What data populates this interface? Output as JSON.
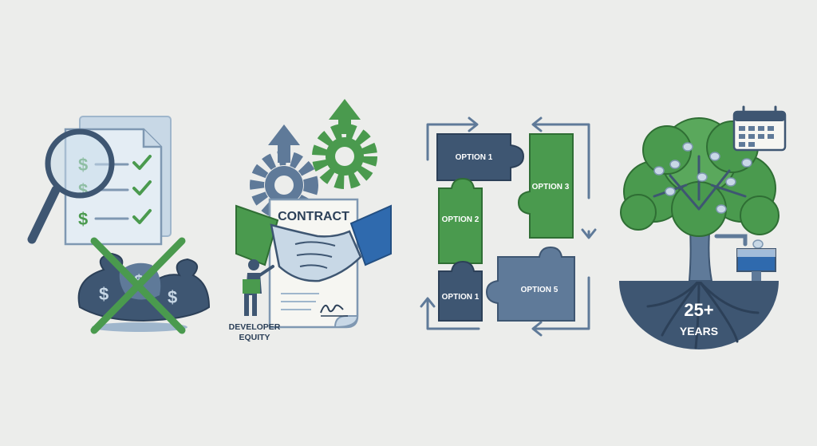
{
  "colors": {
    "background": "#ecedeb",
    "navy": "#3e5672",
    "slate": "#5f7a99",
    "green": "#4a9a4e",
    "light_green": "#5aa85c",
    "blue": "#2f6aae",
    "pale_blue": "#c8d8e6",
    "cream": "#f6f6f2"
  },
  "panels": [
    {
      "id": "audit",
      "icons": [
        "document-icon",
        "magnifying-glass-icon",
        "dollar-sign-icon",
        "checkmark-icon",
        "money-bags-icon",
        "cross-out-icon"
      ],
      "dollar_sign": "$"
    },
    {
      "id": "contract",
      "contract_title": "CONTRACT",
      "developer_label_line1": "DEVELOPER",
      "developer_label_line2": "EQUITY",
      "icons": [
        "gear-icon",
        "up-arrow-icon",
        "handshake-icon",
        "person-icon",
        "signature-icon"
      ]
    },
    {
      "id": "options",
      "pieces": [
        {
          "label": "OPTION 1"
        },
        {
          "label": "OPTION 3"
        },
        {
          "label": "OPTION 2"
        },
        {
          "label": "OPTION 1"
        },
        {
          "label": "OPTION 5"
        }
      ],
      "icons": [
        "puzzle-piece-icon",
        "cycle-arrow-icon"
      ]
    },
    {
      "id": "longevity",
      "years_value": "25+",
      "years_label": "YEARS",
      "icons": [
        "tree-icon",
        "calendar-icon",
        "coin-icon",
        "water-tank-icon",
        "roots-icon"
      ]
    }
  ]
}
